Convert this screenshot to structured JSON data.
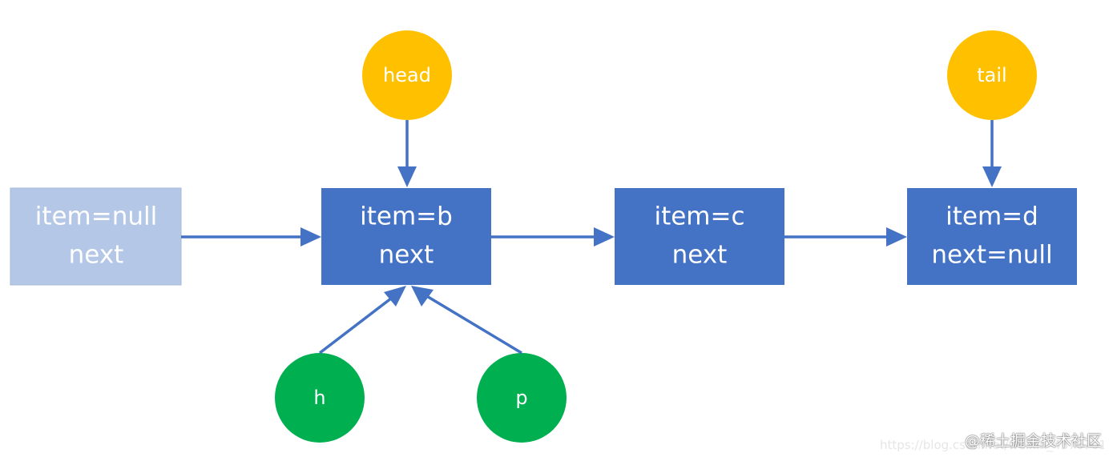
{
  "colors": {
    "node_fill": "#4472C4",
    "node_fill_faded": "#B4C7E7",
    "pointer_yellow": "#FFC000",
    "pointer_green": "#00B050",
    "arrow": "#4472C4",
    "text": "#FFFFFF"
  },
  "nodes": {
    "null_node": {
      "line1": "item=null",
      "line2": "next"
    },
    "node_b": {
      "line1": "item=b",
      "line2": "next"
    },
    "node_c": {
      "line1": "item=c",
      "line2": "next"
    },
    "node_d": {
      "line1": "item=d",
      "line2": "next=null"
    }
  },
  "pointers": {
    "head": "head",
    "tail": "tail",
    "h": "h",
    "p": "p"
  },
  "watermark": {
    "url": "https://blog.csdn.net/weixin_43767015",
    "brand": "@稀土掘金技术社区"
  }
}
